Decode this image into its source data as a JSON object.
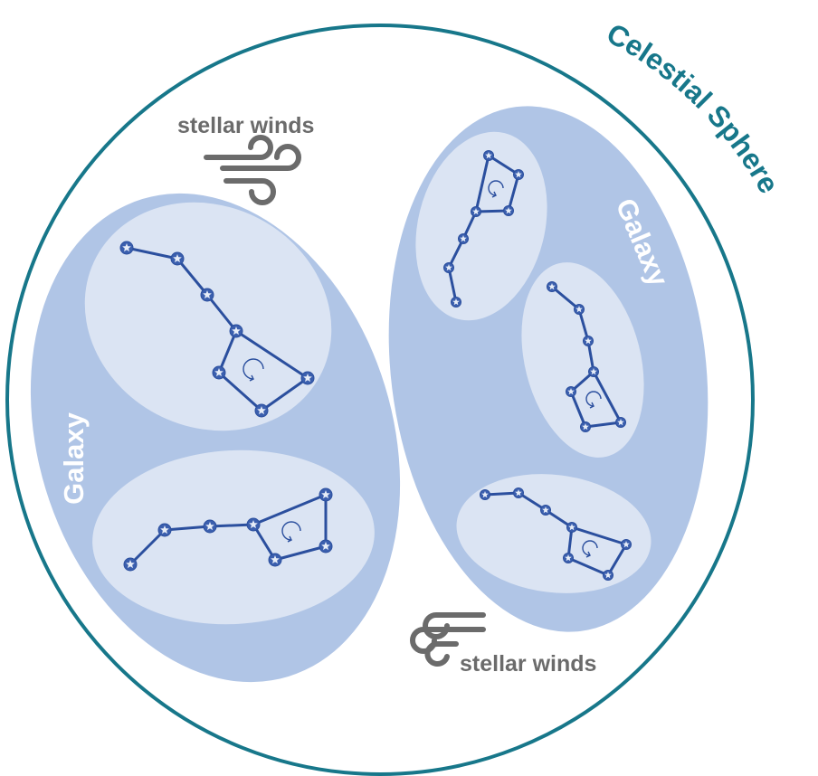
{
  "sphere": {
    "label": "Celestial Sphere",
    "stroke_color": "#17778a"
  },
  "galaxies": [
    {
      "label": "Galaxy",
      "fill": "#b0c5e6"
    },
    {
      "label": "Galaxy",
      "fill": "#b0c5e6"
    }
  ],
  "constellation_fill": "#dbe4f3",
  "winds": [
    {
      "label": "stellar winds",
      "icon": "wind-icon"
    },
    {
      "label": "stellar winds",
      "icon": "wind-icon"
    }
  ],
  "colors": {
    "wind_text": "#6b6b6b",
    "constellation_line": "#2b4f9e"
  }
}
